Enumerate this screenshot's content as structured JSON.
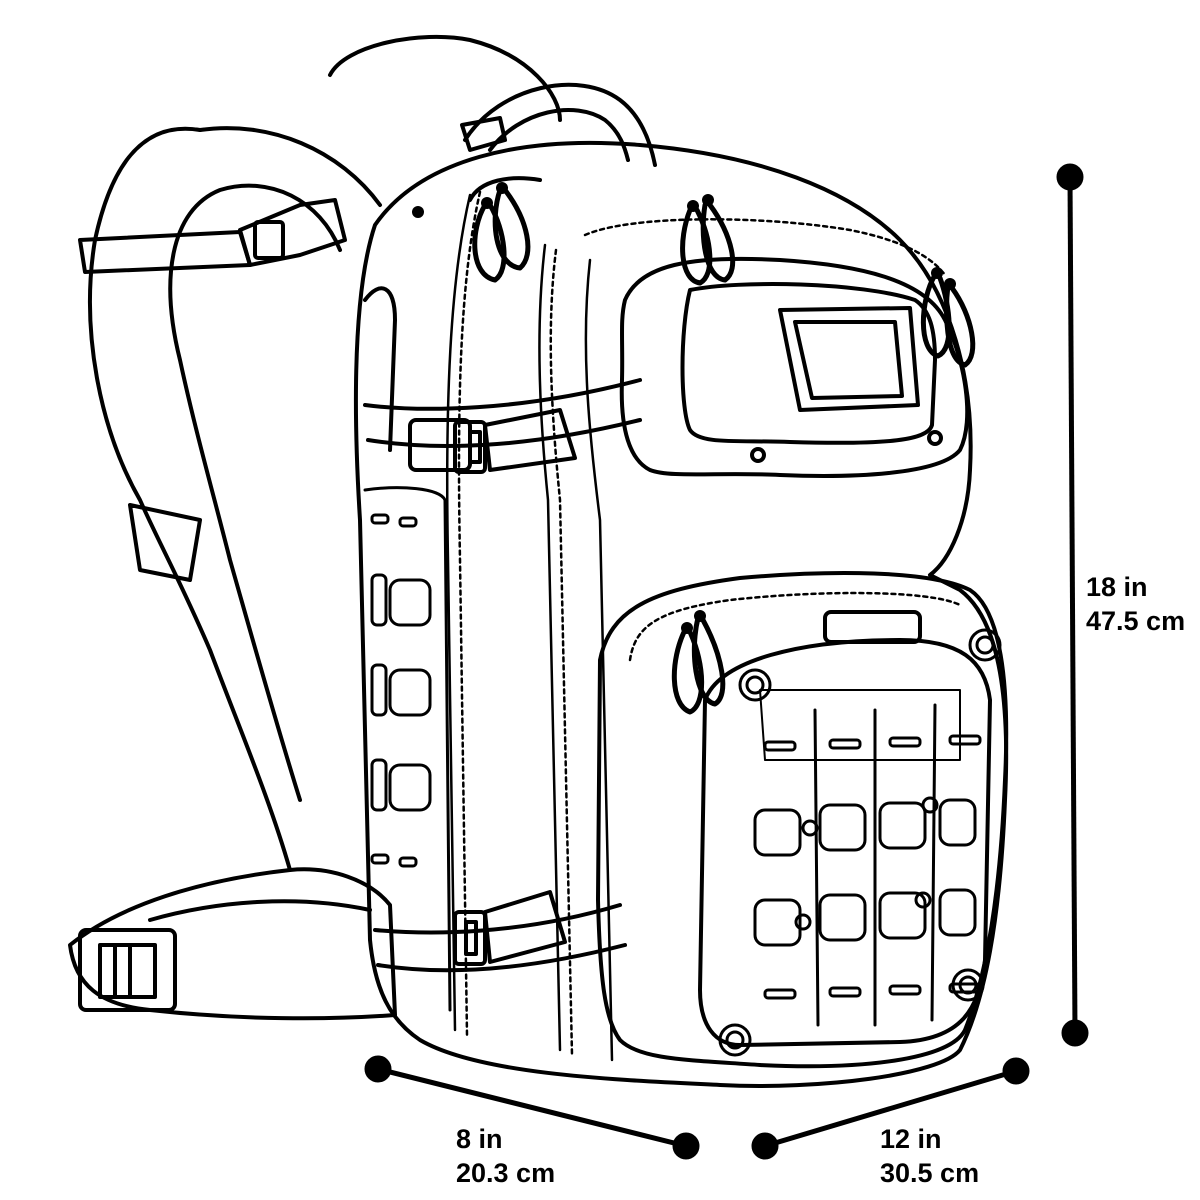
{
  "dimensions": {
    "height": {
      "imperial": "18 in",
      "metric": "47.5 cm"
    },
    "depth": {
      "imperial": "8 in",
      "metric": "20.3 cm"
    },
    "width": {
      "imperial": "12 in",
      "metric": "30.5 cm"
    }
  },
  "colors": {
    "line": "#000000",
    "fill": "#ffffff"
  }
}
